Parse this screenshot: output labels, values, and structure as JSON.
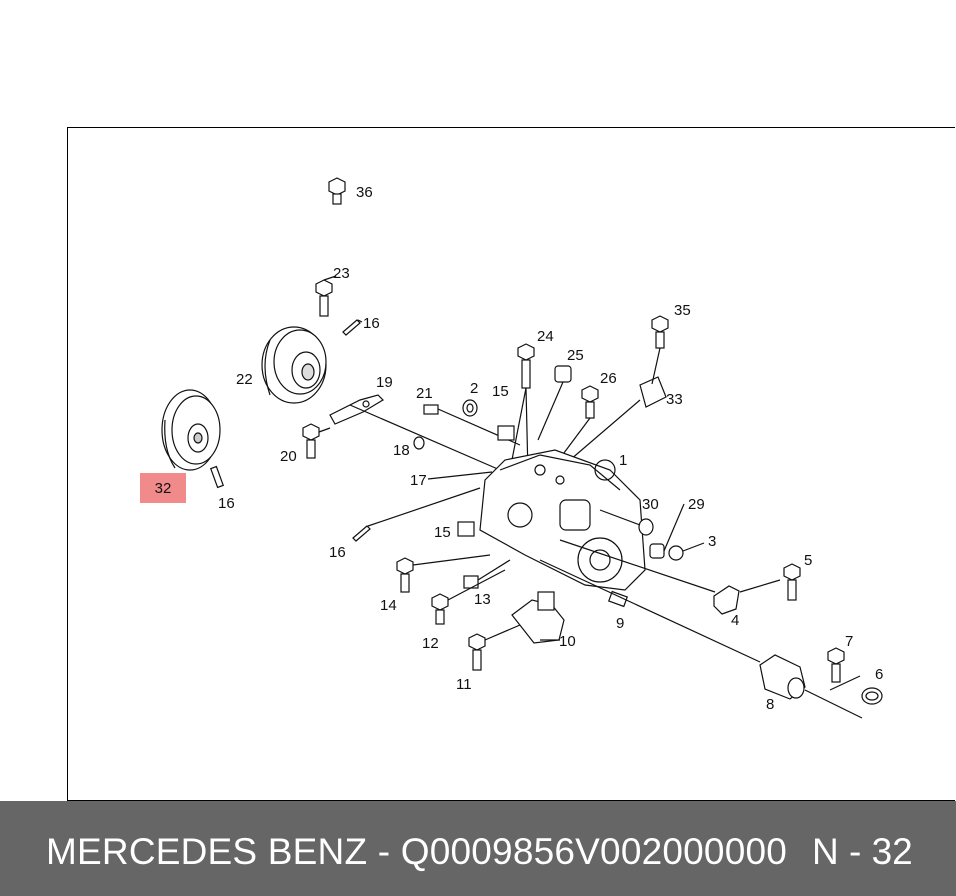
{
  "footer": {
    "brand_part": "MERCEDES BENZ - Q0009856V002000000",
    "page_ref": "N - 32"
  },
  "highlight": {
    "label": "32",
    "color": "#f18a8a"
  },
  "callouts": [
    "36",
    "23",
    "16",
    "35",
    "24",
    "25",
    "22",
    "19",
    "21",
    "2",
    "15",
    "26",
    "33",
    "20",
    "18",
    "1",
    "17",
    "32",
    "16",
    "30",
    "29",
    "3",
    "15",
    "5",
    "16",
    "14",
    "13",
    "4",
    "9",
    "12",
    "10",
    "7",
    "6",
    "11",
    "8"
  ],
  "colors": {
    "footer_bg": "#666666",
    "line": "#111111"
  }
}
